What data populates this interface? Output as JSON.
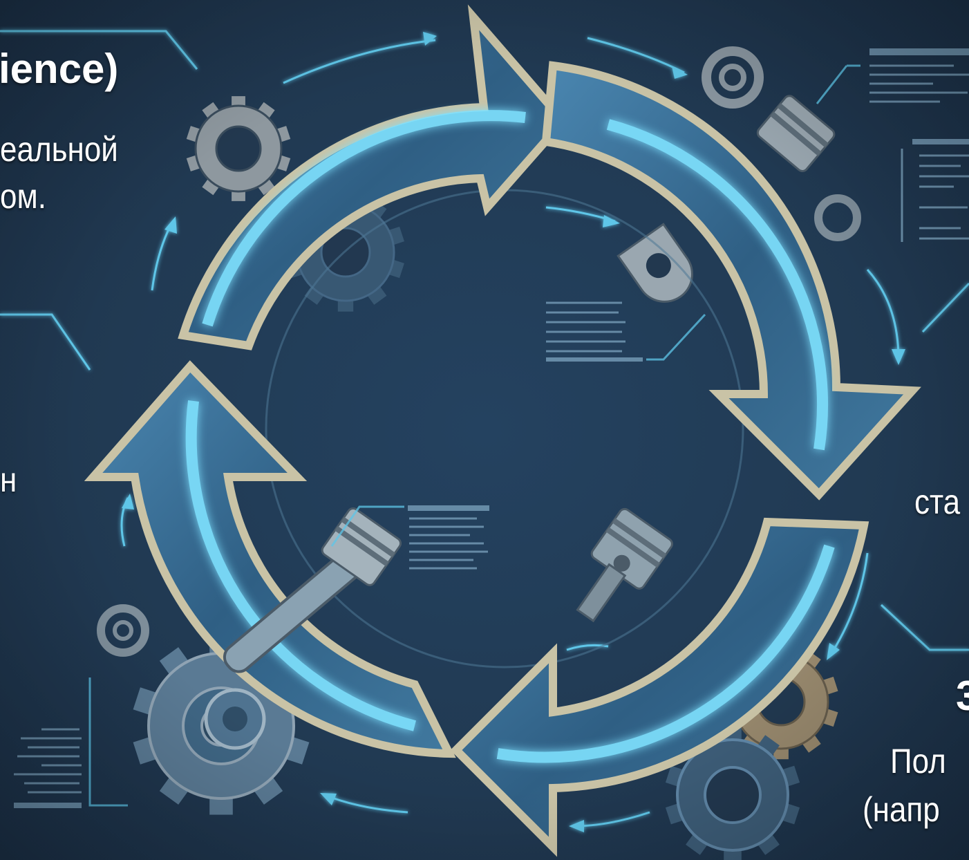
{
  "text_fragments": {
    "top_left_heading": "ience)",
    "top_left_line1": "еальной",
    "top_left_line2": "ом.",
    "left_mid": "н",
    "right_mid": "ста",
    "bottom_right_heading": "3",
    "bottom_right_line1": "Пол",
    "bottom_right_line2": "(напр"
  },
  "colors": {
    "background": "#213a53",
    "arrow_fill": "#3a6d92",
    "arrow_border": "#c8c2a4",
    "glow": "#6fd8ff",
    "gear": "#8f9aa3",
    "panel_line": "#5ec6e8"
  },
  "icons": {
    "cycle": "four-arrow-cycle",
    "gears": "gear-icon",
    "pistons": "piston-icon"
  }
}
